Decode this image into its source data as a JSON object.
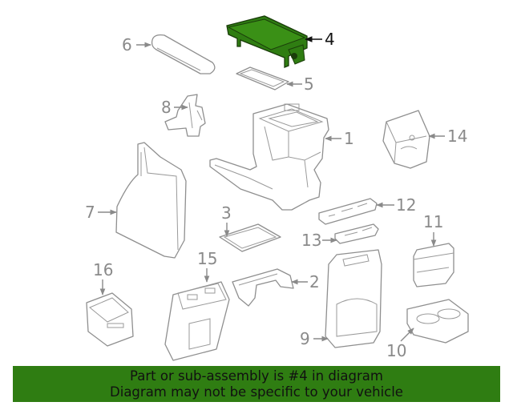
{
  "highlight": {
    "part": "4",
    "color": "#2f7d12"
  },
  "labels": {
    "p1": "1",
    "p2": "2",
    "p3": "3",
    "p4": "4",
    "p5": "5",
    "p6": "6",
    "p7": "7",
    "p8": "8",
    "p9": "9",
    "p10": "10",
    "p11": "11",
    "p12": "12",
    "p13": "13",
    "p14": "14",
    "p15": "15",
    "p16": "16"
  },
  "banner": {
    "line1": "Part or sub-assembly is #4 in diagram",
    "line2": "Diagram may not be specific to your vehicle",
    "color": "#2f7d12"
  }
}
